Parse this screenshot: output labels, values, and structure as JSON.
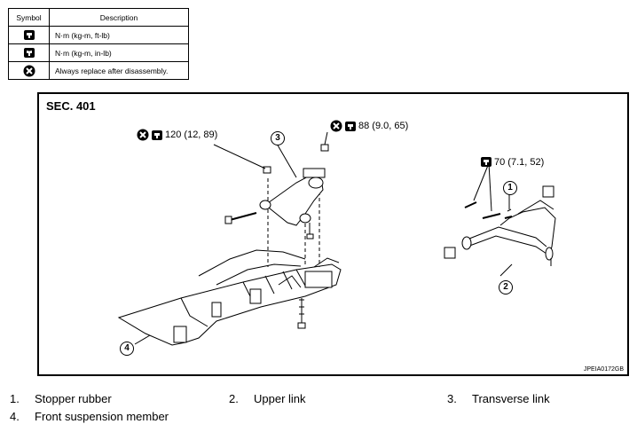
{
  "legend": {
    "header_symbol": "Symbol",
    "header_description": "Description",
    "rows": [
      {
        "icon": "torque-wrench-icon",
        "text": "N·m (kg-m, ft-lb)"
      },
      {
        "icon": "torque-wrench-inlb-icon",
        "text": "N·m (kg-m, in-lb)"
      },
      {
        "icon": "always-replace-icon",
        "text": "Always replace after disassembly."
      }
    ]
  },
  "figure": {
    "section": "SEC. 401",
    "torque_specs": {
      "spec_a": "120 (12, 89)",
      "spec_b": "88 (9.0, 65)",
      "spec_c": "70 (7.1, 52)"
    },
    "callouts": {
      "c1": "1",
      "c2": "2",
      "c3": "3",
      "c4": "4"
    },
    "figure_id": "JPEIA0172GB"
  },
  "parts": [
    {
      "num": "1.",
      "name": "Stopper rubber"
    },
    {
      "num": "2.",
      "name": "Upper link"
    },
    {
      "num": "3.",
      "name": "Transverse link"
    },
    {
      "num": "4.",
      "name": "Front suspension member"
    }
  ]
}
